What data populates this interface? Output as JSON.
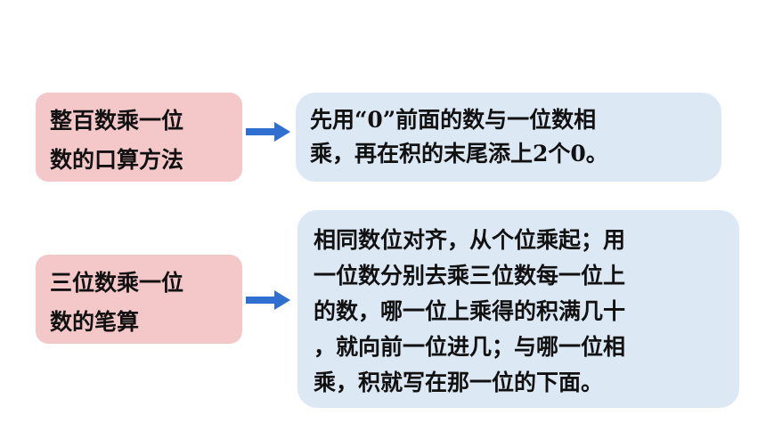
{
  "rows": [
    {
      "label_lines": [
        "整百数乘一位",
        "数的口算方法"
      ],
      "content_lines": [
        "先用“0”前面的数与一位数相",
        "乘，再在积的末尾添上2个0。"
      ]
    },
    {
      "label_lines": [
        "三位数乘一位",
        "数的笔算"
      ],
      "content_lines": [
        "相同数位对齐，从个位乘起；用",
        "一位数分别去乘三位数每一位上",
        "的数，哪一位上乘得的积满几十",
        "，就向前一位进几；与哪一位相",
        "乘，积就写在那一位的下面。"
      ]
    }
  ],
  "colors": {
    "label_bg": "#f4c7c9",
    "content_bg": "#dde8f5",
    "arrow": "#2f6fd0"
  },
  "icons": {
    "connector": "arrow-right-icon"
  }
}
